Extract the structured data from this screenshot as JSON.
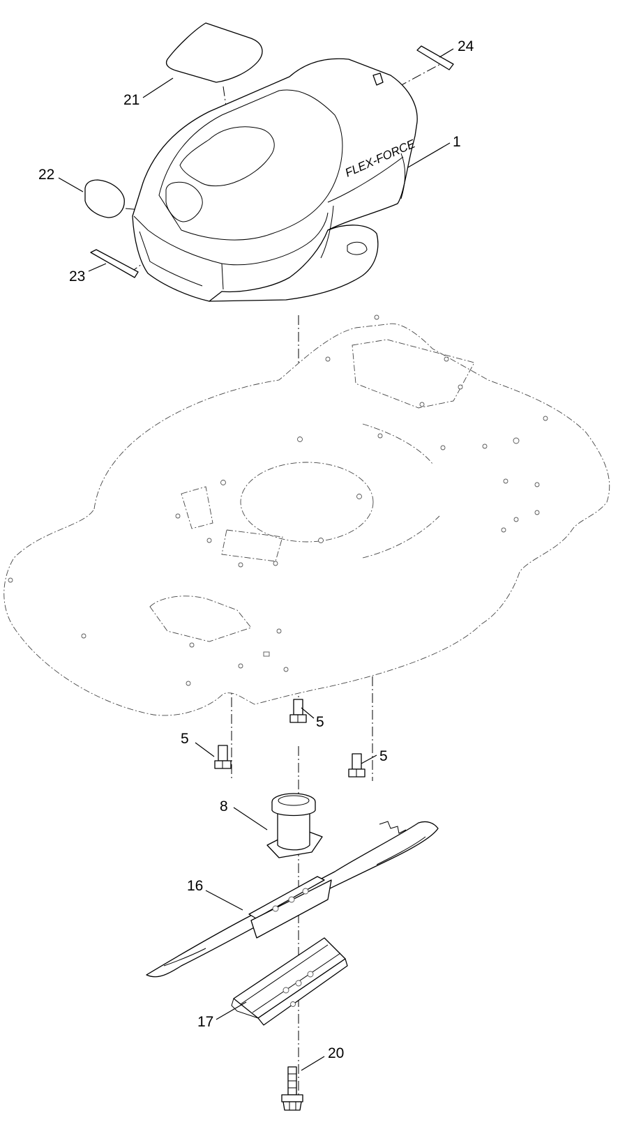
{
  "brand_label": "FLEX-FORCE",
  "callouts": {
    "c1": "1",
    "c5a": "5",
    "c5b": "5",
    "c5c": "5",
    "c8": "8",
    "c16": "16",
    "c17": "17",
    "c20": "20",
    "c21": "21",
    "c22": "22",
    "c23": "23",
    "c24": "24"
  }
}
